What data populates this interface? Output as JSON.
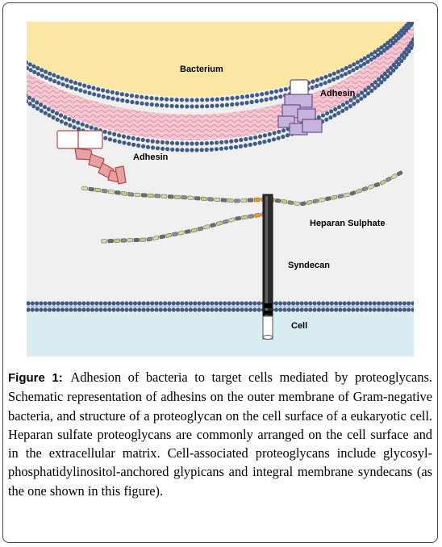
{
  "figure": {
    "labels": {
      "bacterium": "Bacterium",
      "adhesin_top": "Adhesin",
      "adhesin_left": "Adhesin",
      "heparan_sulphate": "Heparan Sulphate",
      "syndecan": "Syndecan",
      "cell": "Cell"
    },
    "colors": {
      "bacterium_fill": "#fbe6a4",
      "membrane_bead": "#3f5c86",
      "peptidoglycan": "#e8a6b4",
      "cell_fill": "#d8ecf2",
      "adhesin_purple": "#c6b4dd",
      "adhesin_red": "#e8a0a0",
      "syndecan": "#2b2b2b",
      "hs_link": "#f39c12"
    }
  },
  "caption": {
    "label": "Figure 1:",
    "text": "Adhesion of bacteria to target cells mediated by proteoglycans. Schematic representation of adhesins on the outer membrane of Gram-negative bacteria, and structure of a proteoglycan on the cell surface of a eukaryotic cell. Heparan sulfate proteoglycans are commonly arranged on the cell surface and in the extracellular matrix. Cell-associated proteoglycans include glycosyl-phosphatidylinositol-anchored glypicans and integral membrane syndecans (as the one shown in this figure)."
  }
}
